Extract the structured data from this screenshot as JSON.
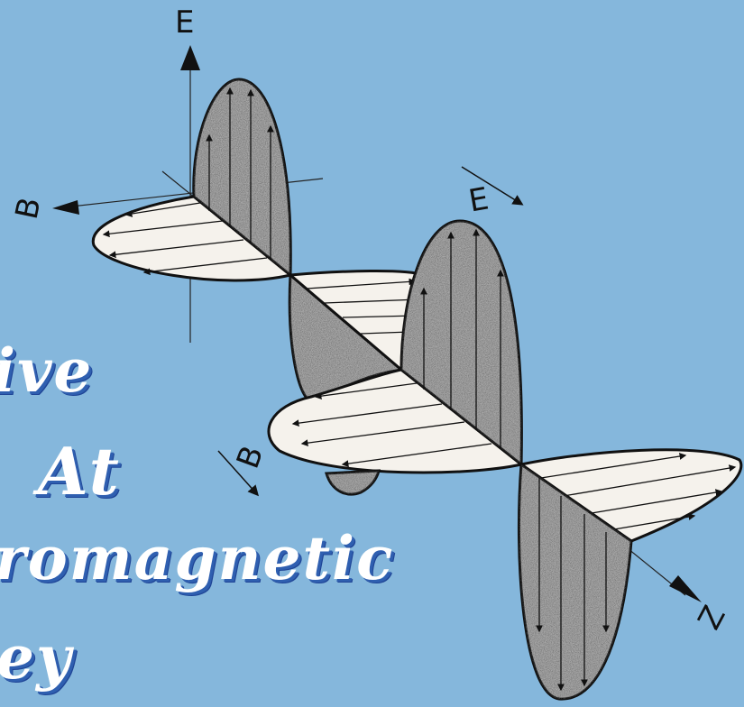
{
  "title": {
    "line1": "ive",
    "line2": "At",
    "line3": "romagnetic",
    "line4": "ey"
  },
  "diagram": {
    "axis_label_e_top": "E",
    "axis_label_b_left": "B",
    "axis_label_e_mid": "E",
    "axis_label_b_mid": "B",
    "axis_label_z": "Z"
  },
  "colors": {
    "background": "#85b7dc",
    "title_fill": "#ffffff",
    "title_shadow": "#2f5fb0",
    "lobe_light": "#f5f2ec",
    "lobe_dark": "#8e8e8e",
    "ink": "#111111"
  }
}
